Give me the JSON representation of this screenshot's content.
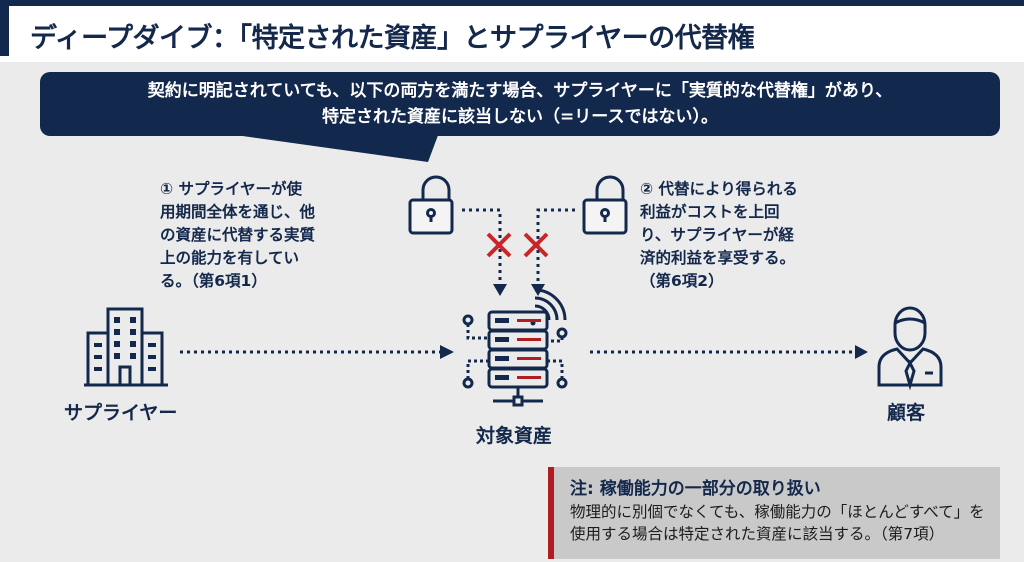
{
  "header": {
    "title": "ディープダイブ：「特定された資産」とサプライヤーの代替権"
  },
  "callout": {
    "line1": "契約に明記されていても、以下の両方を満たす場合、サプライヤーに「実質的な代替権」があり、",
    "line2": "特定された資産に該当しない（=リースではない）。"
  },
  "conditions": [
    {
      "text": "① サプライヤーが使用期間全体を通じ、他の資産に代替する実質上の能力を有している。（第6項1）"
    },
    {
      "text": "② 代替により得られる利益がコストを上回り、サプライヤーが経済的利益を享受する。（第6項2）"
    }
  ],
  "nodes": {
    "supplier": "サプライヤー",
    "asset": "対象資産",
    "customer": "顧客"
  },
  "note": {
    "title": "注: 稼働能力の一部分の取り扱い",
    "body": "物理的に別個でなくても、稼働能力の「ほとんどすべて」を使用する場合は特定された資産に該当する。（第7項）"
  },
  "colors": {
    "navy": "#13284d",
    "red": "#b01c22",
    "background": "#ebebeb"
  }
}
